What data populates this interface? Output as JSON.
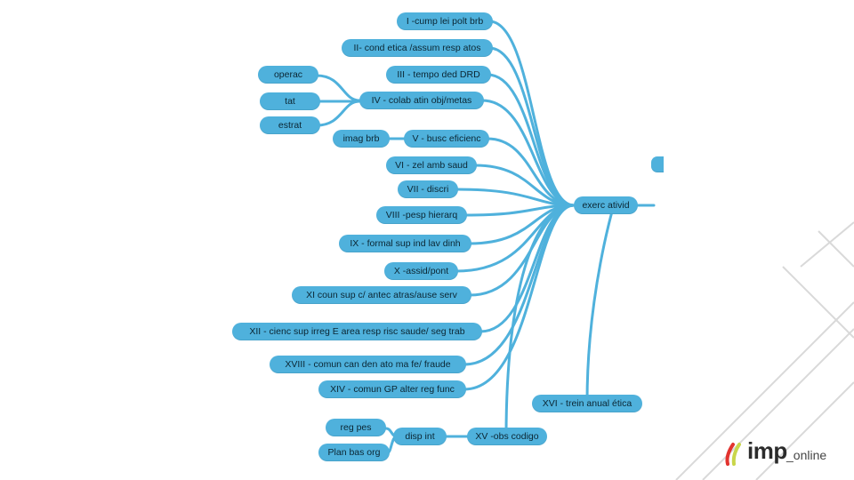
{
  "mindmap": {
    "center": "exerc ativid",
    "branches": [
      {
        "id": "b1",
        "label": "I -cump lei polt brb"
      },
      {
        "id": "b2",
        "label": "II- cond etica /assum resp atos"
      },
      {
        "id": "b3",
        "label": "III - tempo ded DRD"
      },
      {
        "id": "b4",
        "label": "IV - colab atin obj/metas",
        "children": [
          "operac",
          "tat",
          "estrat"
        ]
      },
      {
        "id": "b5",
        "label": "V - busc eficienc",
        "children": [
          "imag brb"
        ]
      },
      {
        "id": "b6",
        "label": "VI - zel amb saud"
      },
      {
        "id": "b7",
        "label": "VII - discri"
      },
      {
        "id": "b8",
        "label": "VIII -pesp hierarq"
      },
      {
        "id": "b9",
        "label": "IX - formal sup ind lav dinh"
      },
      {
        "id": "b10",
        "label": "X -assid/pont"
      },
      {
        "id": "b11",
        "label": "XI coun sup c/ antec atras/ause serv"
      },
      {
        "id": "b12",
        "label": "XII - cienc sup irreg E area resp risc saude/ seg trab"
      },
      {
        "id": "b13",
        "label": "XVIII - comun can den ato ma fe/ fraude"
      },
      {
        "id": "b14",
        "label": "XIV - comun GP alter reg func"
      },
      {
        "id": "b15",
        "label": "XV -obs codigo",
        "children": [
          "disp int"
        ],
        "grandchildren": [
          "reg pes",
          "Plan bas org"
        ]
      },
      {
        "id": "b16",
        "label": "XVI - trein anual ética"
      }
    ]
  },
  "logo": {
    "brand": "imp",
    "suffix": "_online"
  },
  "colors": {
    "node": "#4fb1dc",
    "wire": "#4fb1dc",
    "text": "#0b2633",
    "accent_logo": "#e2342f",
    "accent_logo2": "#c9d64a"
  }
}
